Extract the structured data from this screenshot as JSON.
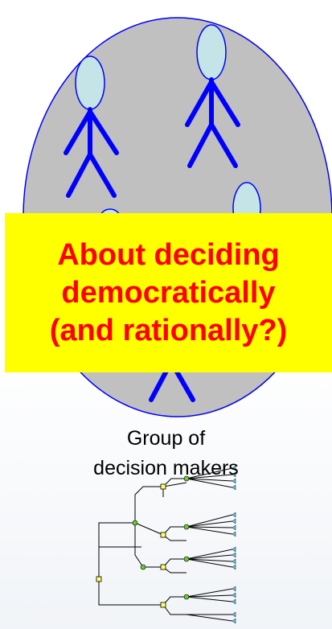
{
  "banner": {
    "line1": "About deciding",
    "line2": "democratically",
    "line3": "(and rationally?)"
  },
  "caption": {
    "line1": "Group of",
    "line2": "decision makers"
  },
  "colors": {
    "group_fill": "#c0c0c0",
    "group_stroke": "#0000ff",
    "figure_stroke": "#0000ff",
    "head_fill": "#c4e4e8",
    "banner_fill": "#ffff00",
    "banner_text": "#ff0000",
    "decision_node": "#ffff66",
    "chance_node": "#66cc33",
    "terminal_node": "#66ccee"
  }
}
